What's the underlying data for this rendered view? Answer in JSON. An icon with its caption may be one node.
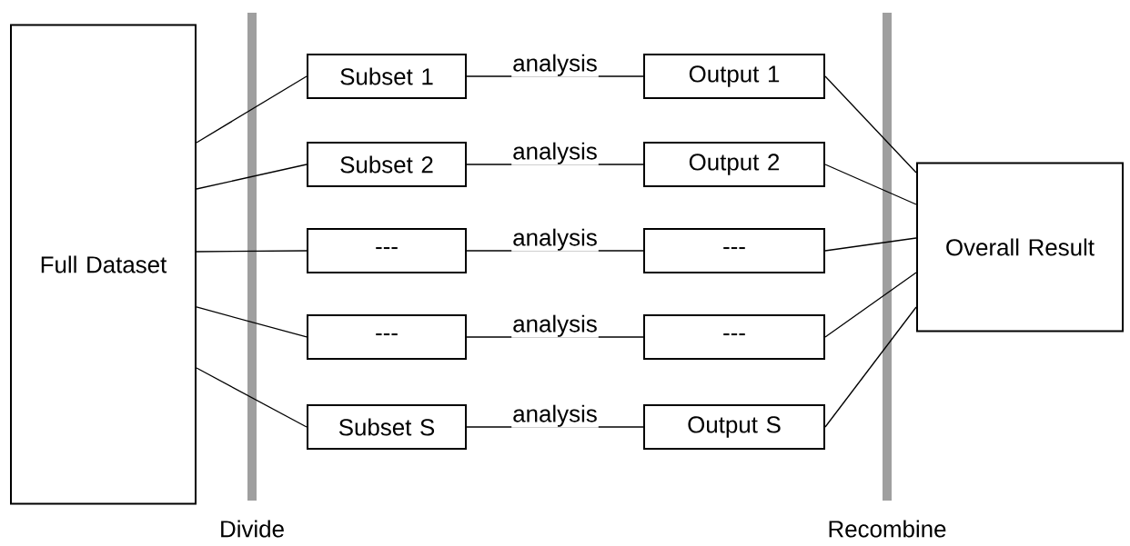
{
  "diagram": {
    "nodes": [
      {
        "text": [
          "Full Dataset"
        ]
      },
      {
        "text": [
          "Subset 1"
        ]
      },
      {
        "text": [
          "Subset 2"
        ]
      },
      {
        "text": [
          "---"
        ]
      },
      {
        "text": [
          "---"
        ]
      },
      {
        "text": [
          "Subset S"
        ]
      },
      {
        "text": [
          "Output 1"
        ]
      },
      {
        "text": [
          "Output 2"
        ]
      },
      {
        "text": [
          "---"
        ]
      },
      {
        "text": [
          "---"
        ]
      },
      {
        "text": [
          "Output S"
        ]
      },
      {
        "text": [
          "Overall Result"
        ]
      }
    ],
    "edges": [
      {
        "from": 0,
        "to": 1,
        "arrow": "none"
      },
      {
        "from": 0,
        "to": 2,
        "arrow": "none"
      },
      {
        "from": 0,
        "to": 3,
        "arrow": "none"
      },
      {
        "from": 0,
        "to": 4,
        "arrow": "none"
      },
      {
        "from": 0,
        "to": 5,
        "arrow": "none"
      },
      {
        "from": 1,
        "to": 6,
        "arrow": "none",
        "label": "analysis"
      },
      {
        "from": 2,
        "to": 7,
        "arrow": "none",
        "label": "analysis"
      },
      {
        "from": 3,
        "to": 8,
        "arrow": "none",
        "label": "analysis"
      },
      {
        "from": 4,
        "to": 9,
        "arrow": "none",
        "label": "analysis"
      },
      {
        "from": 5,
        "to": 10,
        "arrow": "none",
        "label": "analysis"
      },
      {
        "from": 6,
        "to": 11,
        "arrow": "none"
      },
      {
        "from": 7,
        "to": 11,
        "arrow": "none"
      },
      {
        "from": 8,
        "to": 11,
        "arrow": "none"
      },
      {
        "from": 9,
        "to": 11,
        "arrow": "none"
      },
      {
        "from": 10,
        "to": 11,
        "arrow": "none"
      }
    ],
    "labels": [
      "Divide",
      "Recombine"
    ]
  }
}
